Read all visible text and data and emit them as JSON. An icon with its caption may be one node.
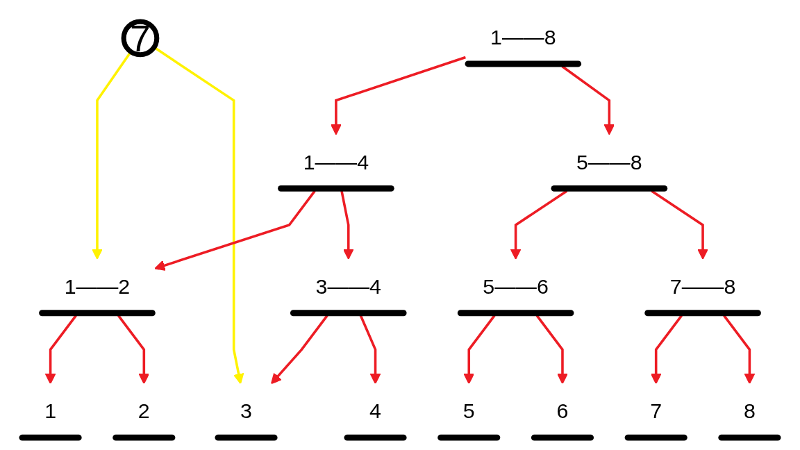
{
  "diagram": {
    "nodes": [
      {
        "text": [
          "7"
        ]
      },
      {
        "text": [
          "1——8"
        ]
      },
      {
        "text": [
          "1——4"
        ]
      },
      {
        "text": [
          "5——8"
        ]
      },
      {
        "text": [
          "1——2"
        ]
      },
      {
        "text": [
          "3——4"
        ]
      },
      {
        "text": [
          "5——6"
        ]
      },
      {
        "text": [
          "7——8"
        ]
      },
      {
        "text": [
          "1"
        ]
      },
      {
        "text": [
          "2"
        ]
      },
      {
        "text": [
          "3"
        ]
      },
      {
        "text": [
          "4"
        ]
      },
      {
        "text": [
          "5"
        ]
      },
      {
        "text": [
          "6"
        ]
      },
      {
        "text": [
          "7"
        ]
      },
      {
        "text": [
          "8"
        ]
      }
    ],
    "edges": [
      {
        "from": 0,
        "to": 4,
        "arrow": "to",
        "color": "#fff200"
      },
      {
        "from": 0,
        "to": 10,
        "arrow": "to",
        "color": "#fff200"
      },
      {
        "from": 1,
        "to": 2,
        "arrow": "to"
      },
      {
        "from": 1,
        "to": 3,
        "arrow": "to"
      },
      {
        "from": 2,
        "to": 4,
        "arrow": "to"
      },
      {
        "from": 2,
        "to": 5,
        "arrow": "to"
      },
      {
        "from": 3,
        "to": 6,
        "arrow": "to"
      },
      {
        "from": 3,
        "to": 7,
        "arrow": "to"
      },
      {
        "from": 4,
        "to": 8,
        "arrow": "to"
      },
      {
        "from": 4,
        "to": 9,
        "arrow": "to"
      },
      {
        "from": 5,
        "to": 10,
        "arrow": "to"
      },
      {
        "from": 5,
        "to": 11,
        "arrow": "to"
      },
      {
        "from": 6,
        "to": 12,
        "arrow": "to"
      },
      {
        "from": 6,
        "to": 13,
        "arrow": "to"
      },
      {
        "from": 7,
        "to": 14,
        "arrow": "to"
      },
      {
        "from": 7,
        "to": 15,
        "arrow": "to"
      }
    ]
  }
}
